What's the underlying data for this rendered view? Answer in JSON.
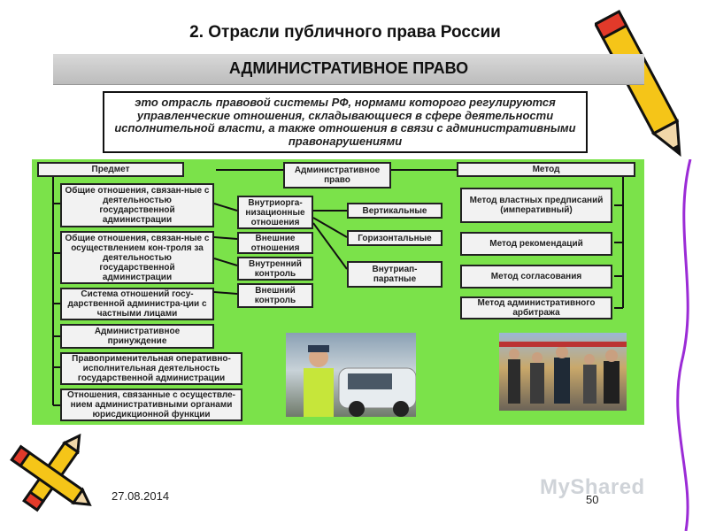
{
  "slide": {
    "title": "2. Отрасли публичного права России",
    "banner": "АДМИНИСТРАТИВНОЕ ПРАВО",
    "definition": "это отрасль правовой системы РФ, нормами которого регулируются управленческие отношения, складывающиеся в сфере деятельности исполнительной власти, а также отношения в связи с административными правонарушениями",
    "date": "27.08.2014",
    "page_number": "50",
    "watermark": "MyShared"
  },
  "diagram": {
    "center": "Административное право",
    "subject": {
      "header": "Предмет",
      "items": [
        "Общие отношения, связан-ные с деятельностью государственной администрации",
        "Общие отношения, связан-ные с осуществлением кон-троля за деятельностью государственной администрации",
        "Система отношений госу-дарственной администра-ции с частными лицами",
        "Административное принуждение",
        "Правоприменительная оперативно-исполнительная деятельность государственной администрации",
        "Отношения, связанные с осуществле-нием административными органами юрисдикционной функции"
      ]
    },
    "middle": [
      "Внутриорга-низационные отношения",
      "Внешние отношения",
      "Внутренний контроль",
      "Внешний контроль"
    ],
    "kinds": [
      "Вертикальные",
      "Горизонтальные",
      "Внутриап-паратные"
    ],
    "method": {
      "header": "Метод",
      "items": [
        "Метод властных предписаний (императивный)",
        "Метод рекомендаций",
        "Метод согласования",
        "Метод административного арбитража"
      ]
    }
  },
  "colors": {
    "panel": "#7be24a",
    "box": "#f2f2f2",
    "border": "#222222",
    "banner": "#cccccc"
  }
}
